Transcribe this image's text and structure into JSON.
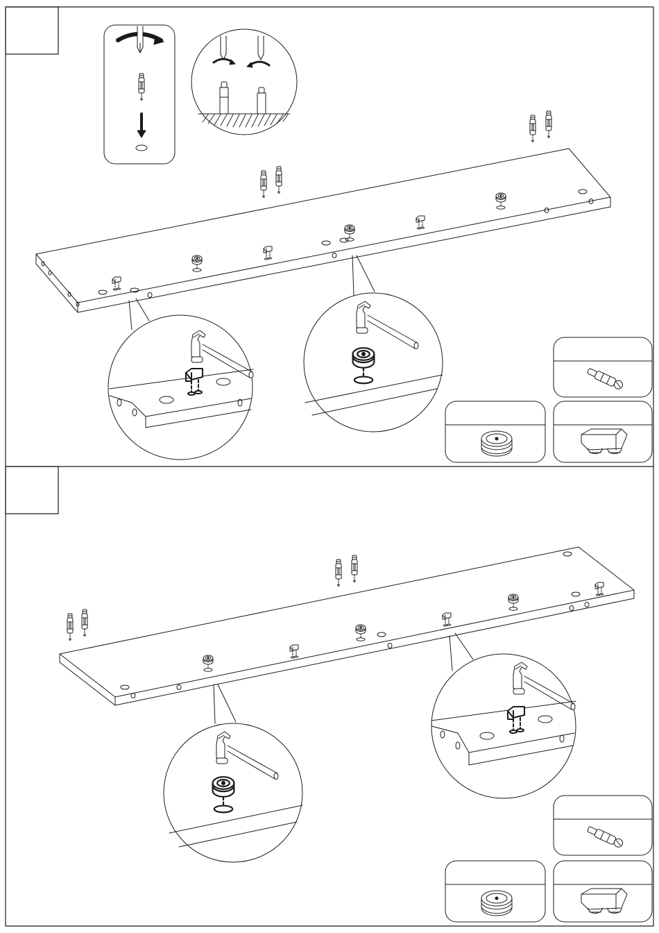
{
  "document": {
    "type": "assembly-instructions",
    "steps": [
      {
        "number": "",
        "panel": "top"
      },
      {
        "number": "",
        "panel": "bottom"
      }
    ],
    "hardware": [
      "cam-dowel-icon",
      "cam-lock-nut-icon",
      "shelf-support-clip-icon"
    ],
    "colors": {
      "line": "#1a1a1a",
      "paper": "#ffffff",
      "hatch": "#1a1a1a"
    }
  }
}
